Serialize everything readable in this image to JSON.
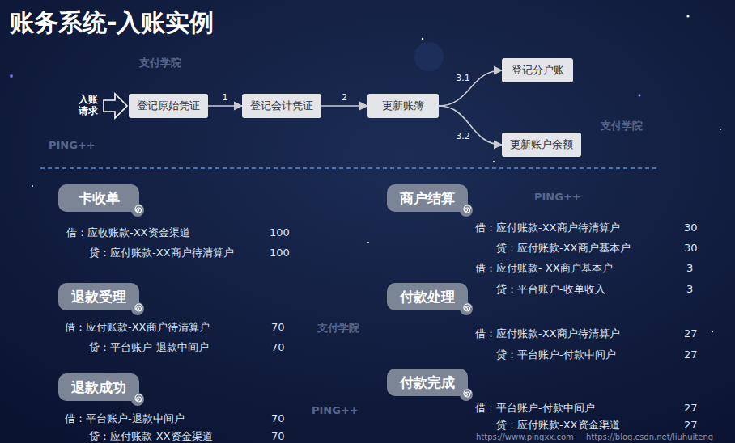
{
  "diagram": {
    "title": "账务系统-入账实例",
    "nodes": [
      {
        "text": [
          "登记原始凭证"
        ]
      },
      {
        "text": [
          "登记会计凭证"
        ]
      },
      {
        "text": [
          "更新账簿"
        ]
      },
      {
        "text": [
          "登记分户账"
        ]
      },
      {
        "text": [
          "更新账户余额"
        ]
      },
      {
        "text": [
          "卡收单"
        ]
      },
      {
        "text": [
          "退款受理"
        ]
      },
      {
        "text": [
          "退款成功"
        ]
      },
      {
        "text": [
          "商户结算"
        ]
      },
      {
        "text": [
          "付款处理"
        ]
      },
      {
        "text": [
          "付款完成"
        ]
      }
    ],
    "edges": [
      {
        "from": 0,
        "to": 1,
        "label": "1",
        "arrow": "to"
      },
      {
        "from": 1,
        "to": 2,
        "label": "2",
        "arrow": "to"
      },
      {
        "from": 2,
        "to": 3,
        "label": "3.1",
        "arrow": "to"
      },
      {
        "from": 2,
        "to": 4,
        "label": "3.2",
        "arrow": "to"
      }
    ],
    "labels": [
      "入账 请求",
      "借：应收账款-XX资金渠道",
      "100",
      "贷：应付账款-XX商户待清算户",
      "100",
      "借：应付账款-XX商户待清算户",
      "70",
      "贷：平台账户-退款中间户",
      "70",
      "借：平台账户-退款中间户",
      "70",
      "贷：应付账款-XX资金渠道",
      "70",
      "借：应付账款-XX商户待清算户",
      "30",
      "贷：应付账款-XX商户基本户",
      "30",
      "借：应付账款- XX商户基本户",
      "3",
      "贷：平台账户-收单收入",
      "3",
      "借：应付账款-XX商户待清算户",
      "27",
      "贷：平台账户-付款中间户",
      "27",
      "借：平台账户-付款中间户",
      "27",
      "贷：应付账款-XX资金渠道",
      "27",
      "支付学院",
      "PING++",
      "支付学院",
      "PING++",
      "支付学院",
      "PING++",
      "https://www.pingxx.com",
      "https://blog.csdn.net/liuhuiteng"
    ]
  }
}
